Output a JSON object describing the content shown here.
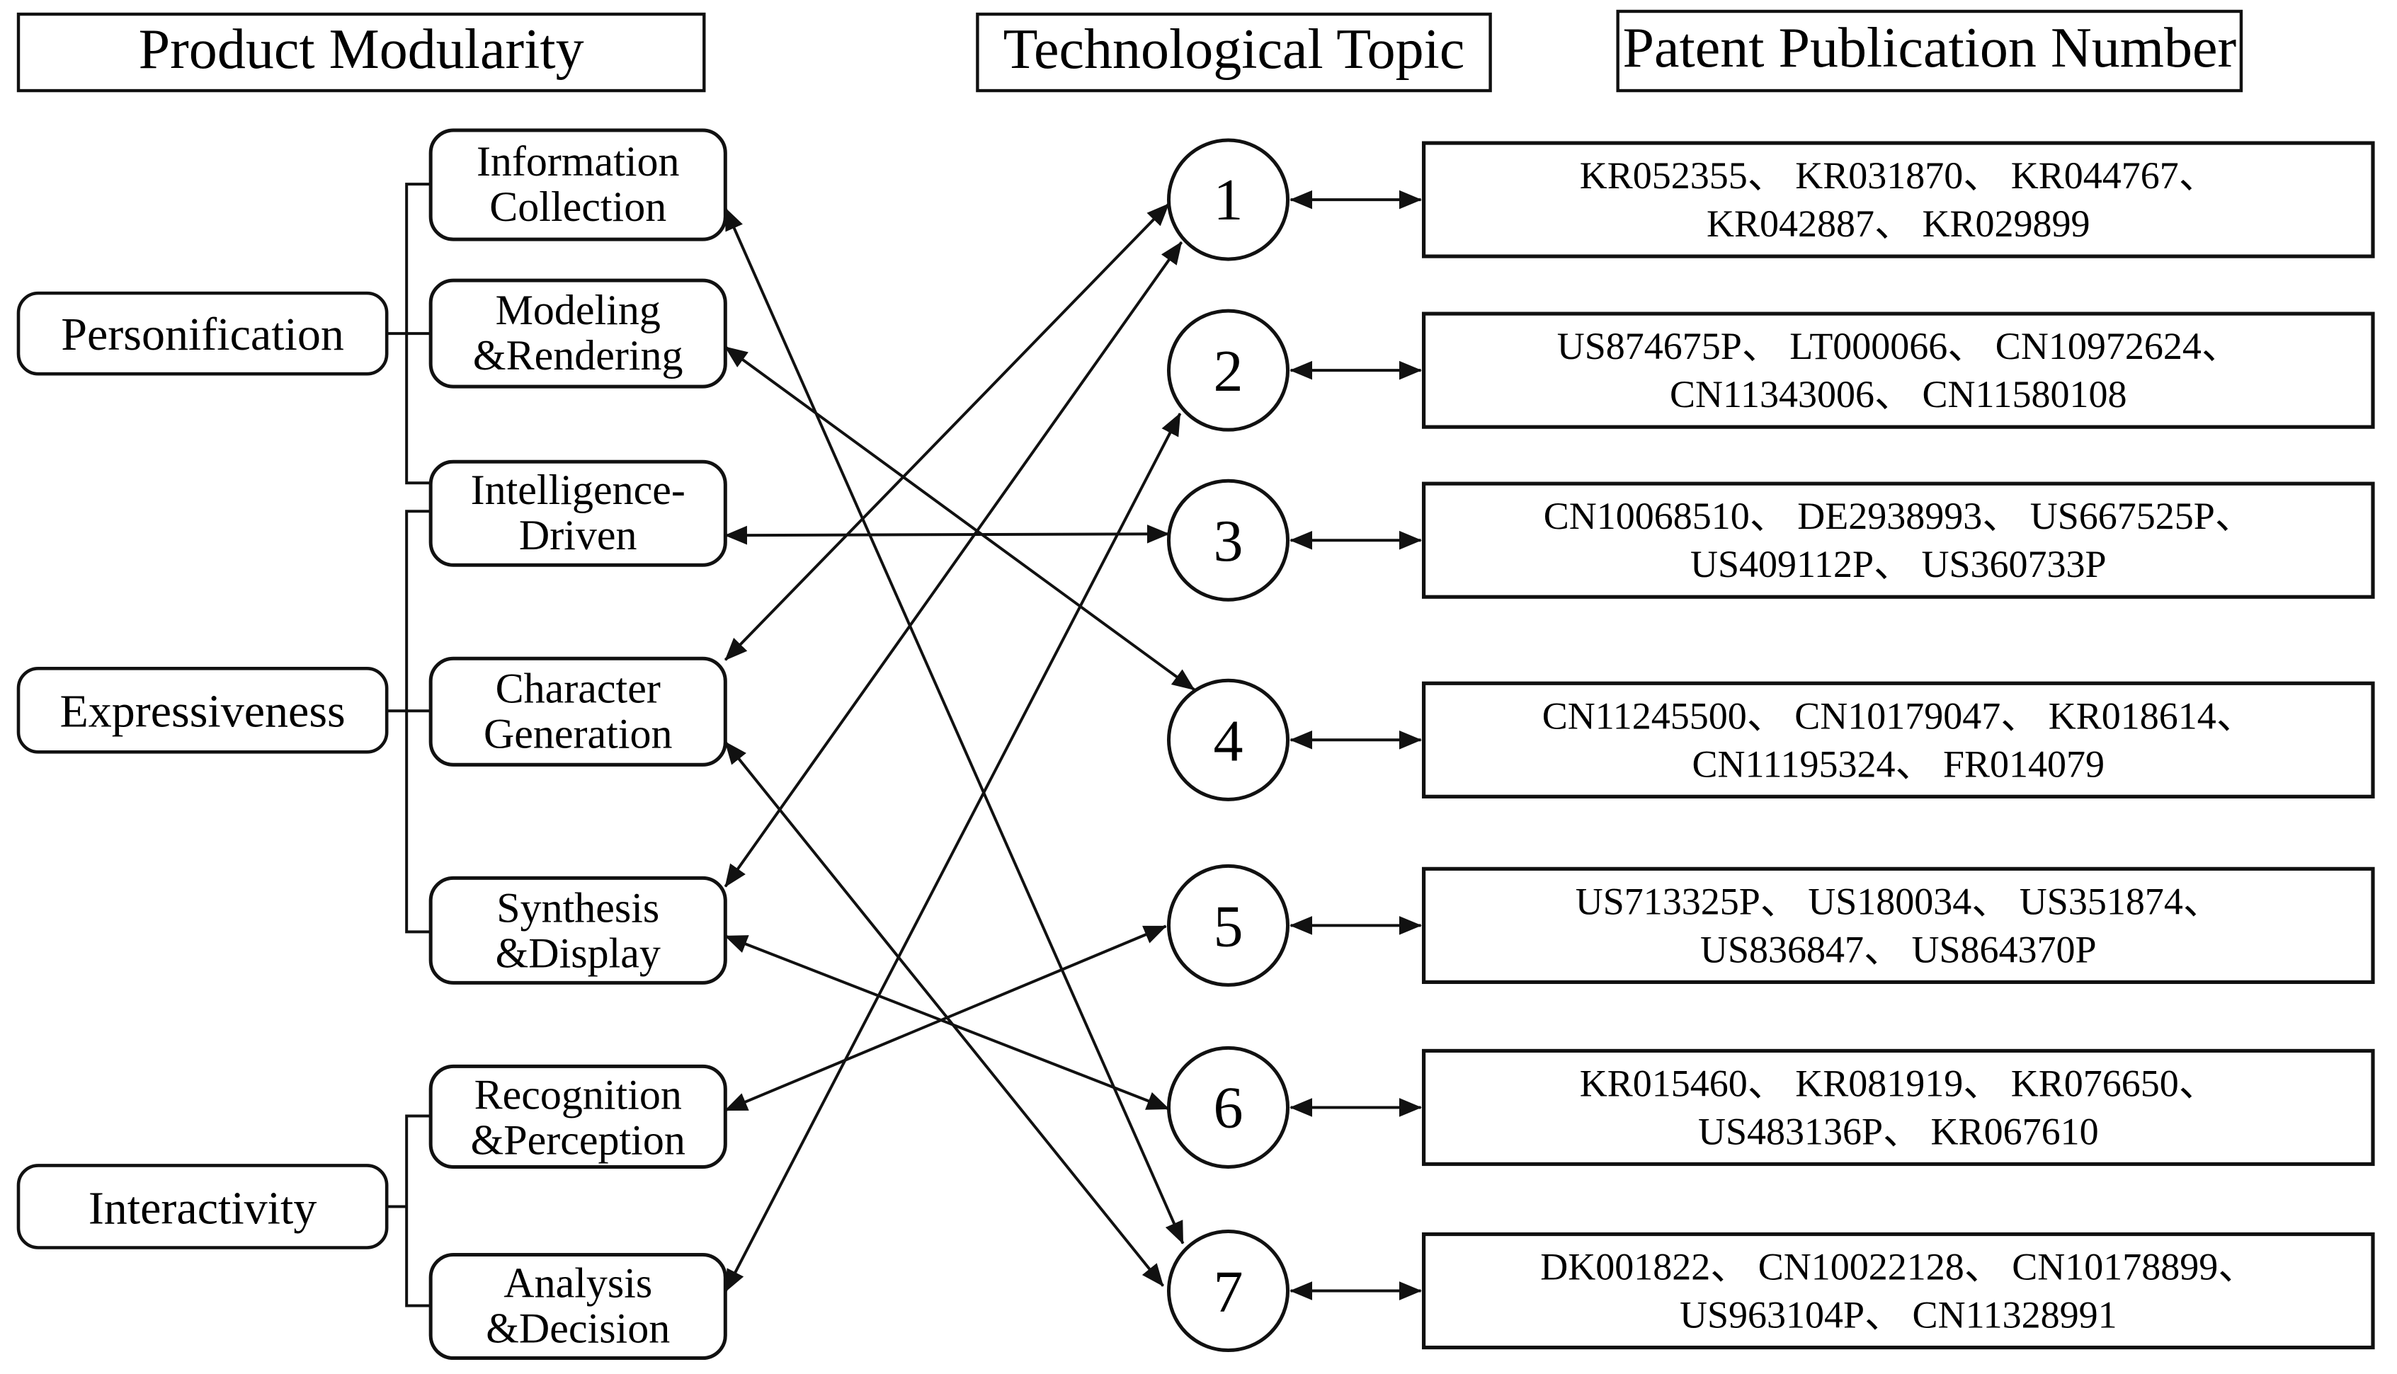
{
  "colors": {
    "stroke": "#111111",
    "background": "#ffffff",
    "text": "#000000"
  },
  "headers": {
    "left": "Product Modularity",
    "middle": "Technological Topic",
    "right": "Patent Publication Number"
  },
  "categories": [
    {
      "label": "Personification"
    },
    {
      "label": "Expressiveness"
    },
    {
      "label": "Interactivity"
    }
  ],
  "modules": [
    {
      "name": "Information Collection",
      "line1": "Information",
      "line2": "Collection"
    },
    {
      "name": "Modeling&Rendering",
      "line1": "Modeling",
      "line2": "&Rendering"
    },
    {
      "name": "Intelligence-Driven",
      "line1": "Intelligence-",
      "line2": "Driven"
    },
    {
      "name": "Character Generation",
      "line1": "Character",
      "line2": "Generation"
    },
    {
      "name": "Synthesis&Display",
      "line1": "Synthesis",
      "line2": "&Display"
    },
    {
      "name": "Recognition&Perception",
      "line1": "Recognition",
      "line2": "&Perception"
    },
    {
      "name": "Analysis&Decision",
      "line1": "Analysis",
      "line2": "&Decision"
    }
  ],
  "topics": [
    {
      "number": "1"
    },
    {
      "number": "2"
    },
    {
      "number": "3"
    },
    {
      "number": "4"
    },
    {
      "number": "5"
    },
    {
      "number": "6"
    },
    {
      "number": "7"
    }
  ],
  "patent_boxes": [
    {
      "topic": "1",
      "line1": "KR052355、 KR031870、 KR044767、",
      "line2": "KR042887、 KR029899"
    },
    {
      "topic": "2",
      "line1": "US874675P、 LT000066、 CN10972624、",
      "line2": "CN11343006、 CN11580108"
    },
    {
      "topic": "3",
      "line1": "CN10068510、 DE2938993、 US667525P、",
      "line2": "US409112P、 US360733P"
    },
    {
      "topic": "4",
      "line1": "CN11245500、 CN10179047、 KR018614、",
      "line2": "CN11195324、 FR014079"
    },
    {
      "topic": "5",
      "line1": "US713325P、 US180034、 US351874、",
      "line2": "US836847、 US864370P"
    },
    {
      "topic": "6",
      "line1": "KR015460、 KR081919、 KR076650、",
      "line2": "US483136P、 KR067610"
    },
    {
      "topic": "7",
      "line1": "DK001822、 CN10022128、 CN10178899、",
      "line2": "US963104P、 CN11328991"
    }
  ],
  "connections": {
    "category_modules": [
      {
        "category": "Personification",
        "modules": [
          "Information Collection",
          "Modeling&Rendering",
          "Intelligence-Driven"
        ]
      },
      {
        "category": "Expressiveness",
        "modules": [
          "Intelligence-Driven",
          "Character Generation",
          "Synthesis&Display"
        ]
      },
      {
        "category": "Interactivity",
        "modules": [
          "Recognition&Perception",
          "Analysis&Decision"
        ]
      }
    ],
    "module_topic": [
      [
        "Information Collection",
        "7"
      ],
      [
        "Modeling&Rendering",
        "4"
      ],
      [
        "Intelligence-Driven",
        "3"
      ],
      [
        "Character Generation",
        "1"
      ],
      [
        "Character Generation",
        "7"
      ],
      [
        "Synthesis&Display",
        "1"
      ],
      [
        "Synthesis&Display",
        "6"
      ],
      [
        "Recognition&Perception",
        "5"
      ],
      [
        "Analysis&Decision",
        "2"
      ]
    ],
    "topic_patent_box": [
      [
        "1",
        "1"
      ],
      [
        "2",
        "2"
      ],
      [
        "3",
        "3"
      ],
      [
        "4",
        "4"
      ],
      [
        "5",
        "5"
      ],
      [
        "6",
        "6"
      ],
      [
        "7",
        "7"
      ]
    ]
  }
}
